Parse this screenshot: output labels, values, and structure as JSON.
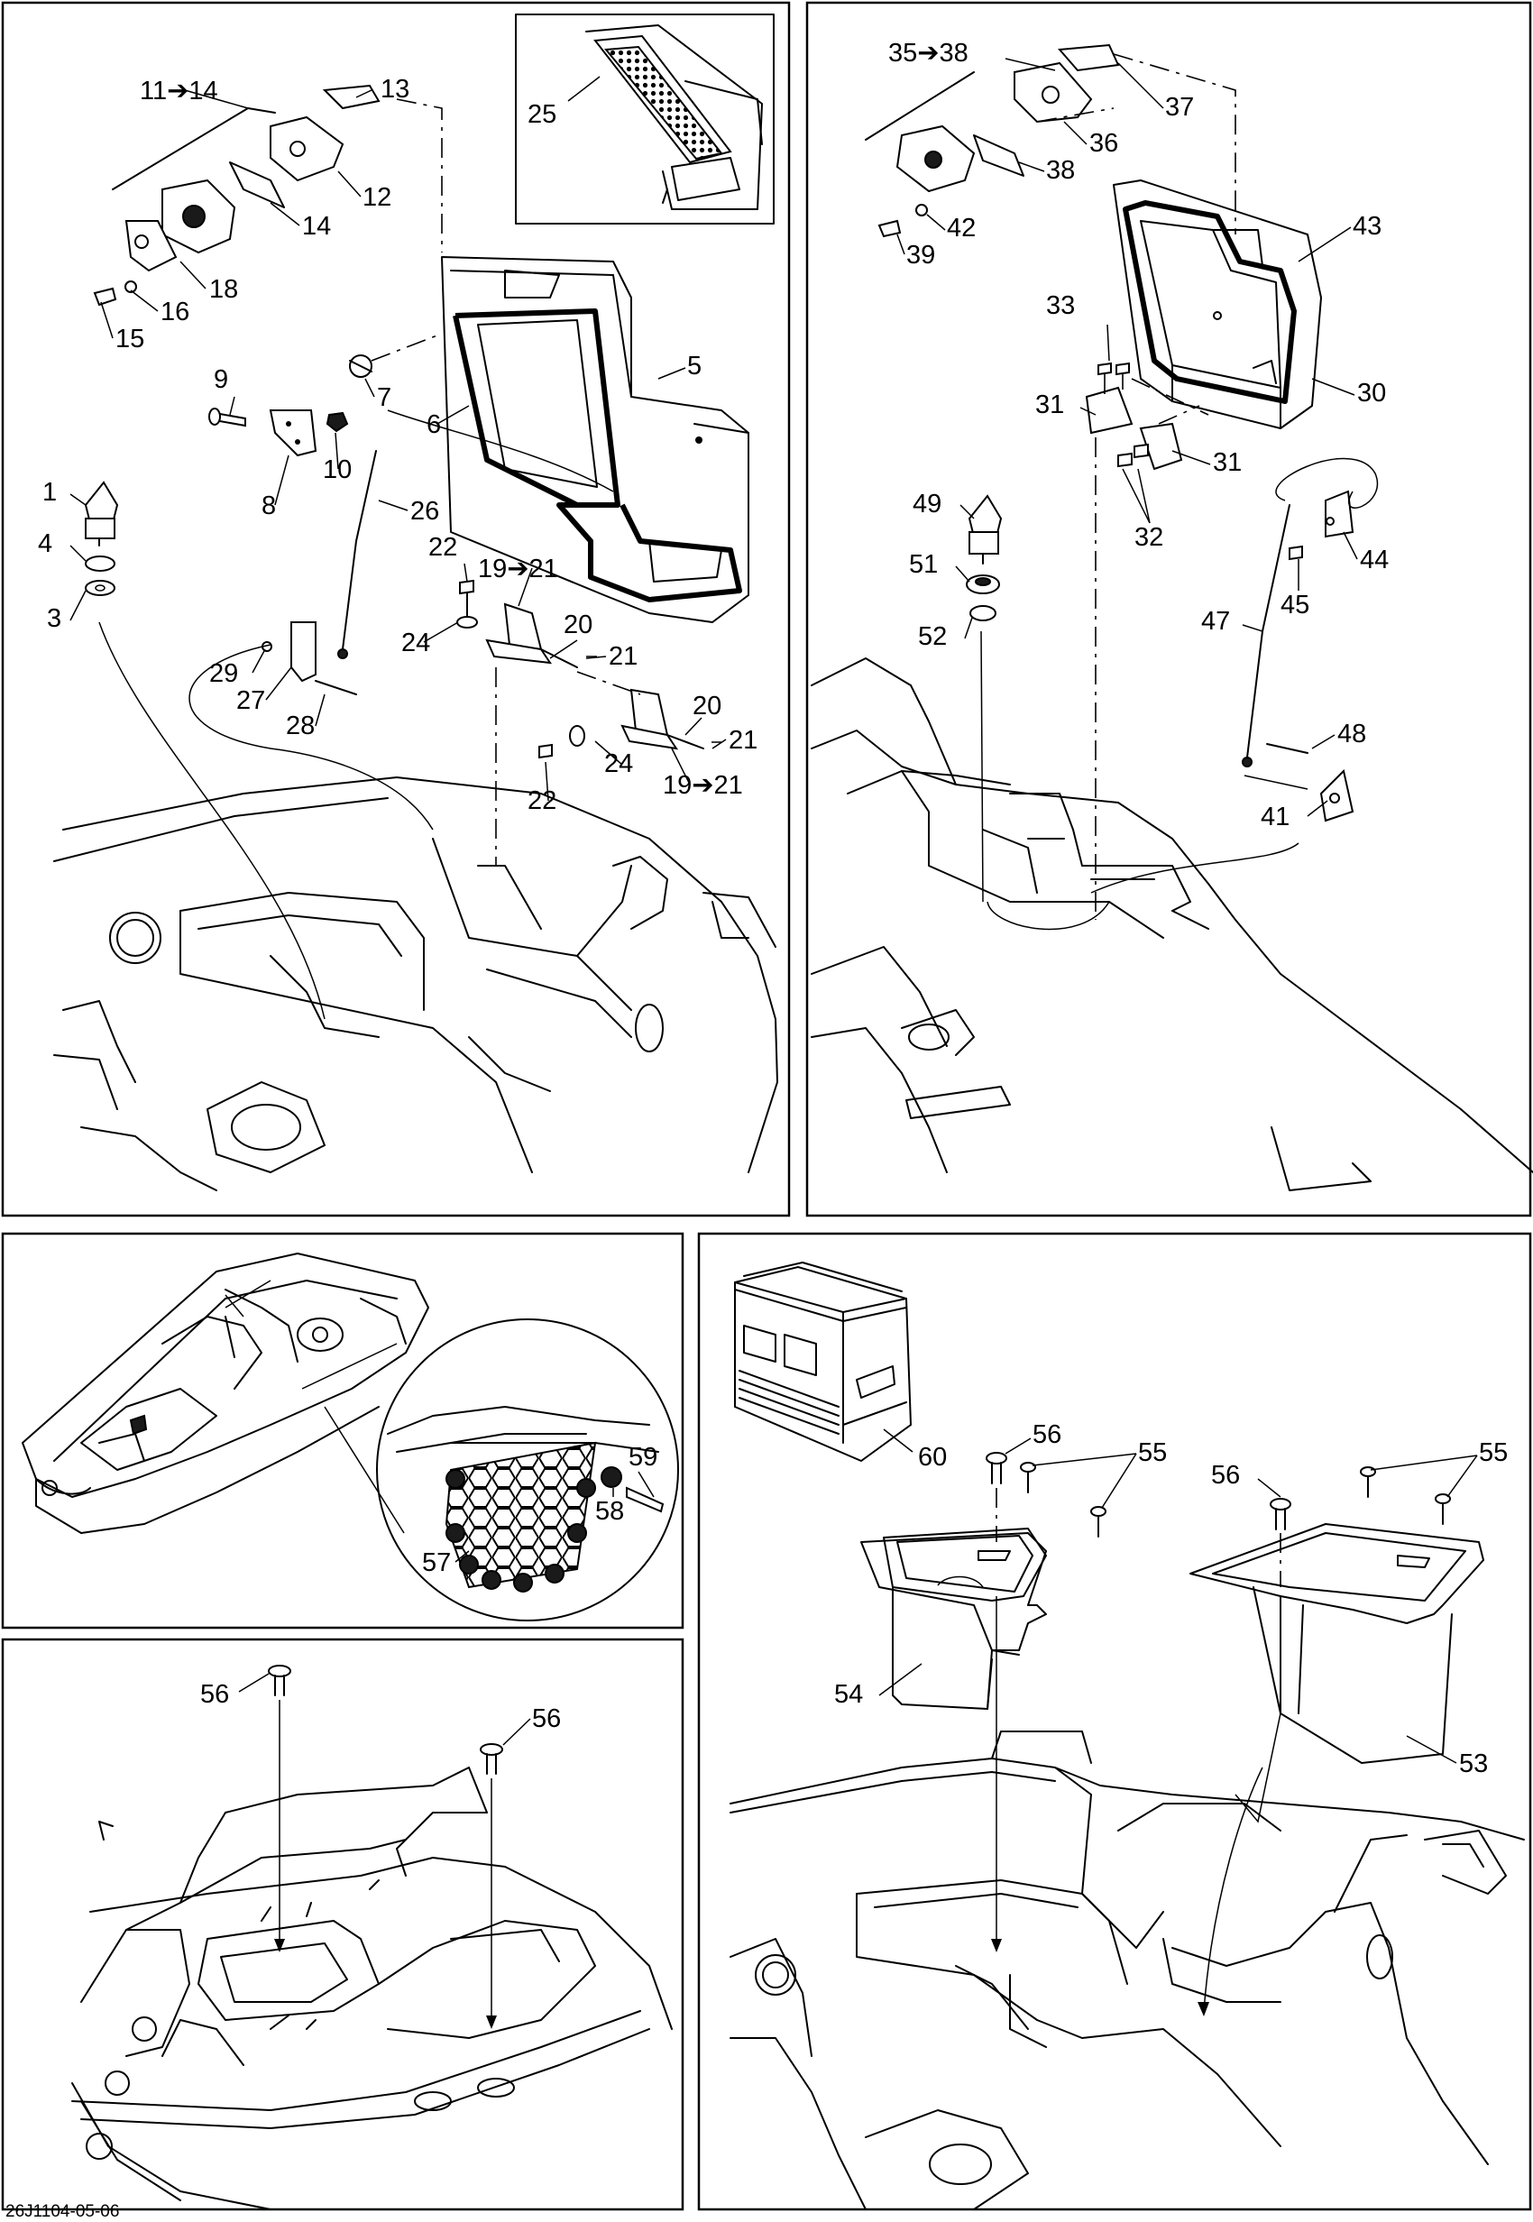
{
  "figure_code": "26J1104-05-06",
  "panels": [
    {
      "id": "top-left",
      "labels": [
        "11➔14",
        "13",
        "25",
        "12",
        "14",
        "18",
        "16",
        "15",
        "7",
        "5",
        "9",
        "6",
        "10",
        "8",
        "26",
        "1",
        "4",
        "3",
        "22",
        "19➔21",
        "20",
        "21",
        "24",
        "29",
        "27",
        "28",
        "20",
        "21",
        "24",
        "22",
        "19➔21"
      ]
    },
    {
      "id": "top-right",
      "labels": [
        "35➔38",
        "37",
        "36",
        "38",
        "42",
        "39",
        "43",
        "33",
        "30",
        "31",
        "31",
        "32",
        "49",
        "44",
        "51",
        "45",
        "52",
        "47",
        "48",
        "41"
      ]
    },
    {
      "id": "mid-left",
      "labels": [
        "59",
        "58",
        "57"
      ]
    },
    {
      "id": "bottom-left",
      "labels": [
        "56",
        "56"
      ]
    },
    {
      "id": "right-bottom",
      "labels": [
        "60",
        "56",
        "55",
        "56",
        "55",
        "54",
        "53"
      ]
    }
  ]
}
